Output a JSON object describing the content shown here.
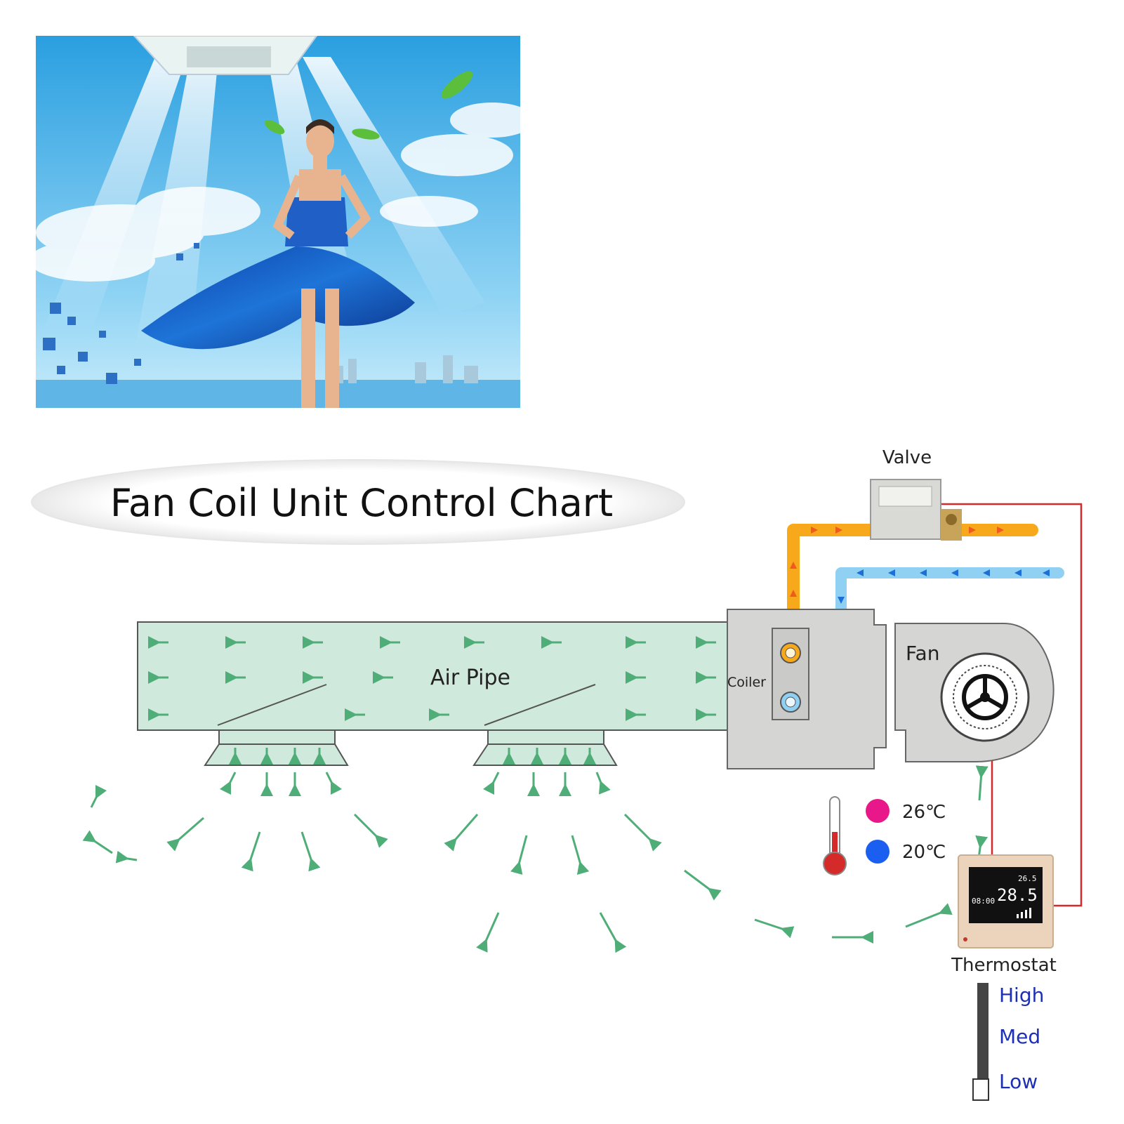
{
  "title": "Fan Coil Unit Control Chart",
  "labels": {
    "valve": "Valve",
    "air_pipe": "Air Pipe",
    "coiler": "Coiler",
    "fan": "Fan",
    "thermostat": "Thermostat"
  },
  "temperatures": [
    {
      "label": "26℃",
      "color": "#e8178a"
    },
    {
      "label": "20℃",
      "color": "#1a5ff0"
    }
  ],
  "fan_speeds": [
    "High",
    "Med",
    "Low"
  ],
  "thermostat_display": {
    "temp": "28.5",
    "set": "26.5",
    "clock": "08:00"
  },
  "colors": {
    "hot_pipe": "#f7a81b",
    "cold_pipe": "#8fd0f3",
    "air_pipe": "#cfe9dc",
    "airflow_arrow": "#4fae78",
    "wire": "#d42a2a",
    "speed_text": "#1d2fb5",
    "sky": "#3aa7df"
  }
}
